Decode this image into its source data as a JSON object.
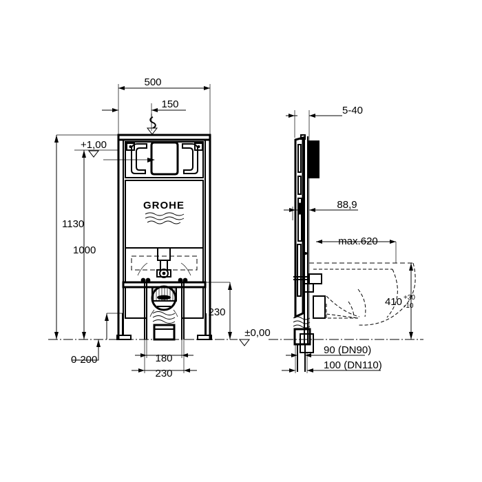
{
  "drawing": {
    "title": "GROHE Rapid SL WC installation frame - technical dimension drawing",
    "brand": "GROHE",
    "line_color": "#000000",
    "background_color": "#ffffff",
    "units": "mm"
  },
  "front_view": {
    "name": "front-elevation",
    "dimensions": {
      "width_overall": "500",
      "width_offset": "150",
      "height_overall": "1130",
      "height_nominal": "1000",
      "height_outlet": "230",
      "foot_adjust": "0-200",
      "width_inner": "180",
      "width_bolts": "230"
    },
    "datums": {
      "upper": "+1,00"
    }
  },
  "side_view": {
    "name": "side-elevation",
    "dimensions": {
      "plate_depth": "5-40",
      "frame_depth": "88,9",
      "projection": "max.620",
      "bowl_height": "410",
      "tolerance_plus": "+30",
      "tolerance_minus": "-10",
      "outlet_dn90": "90 (DN90)",
      "outlet_dn110": "100 (DN110)"
    },
    "datums": {
      "floor": "±0,00"
    }
  },
  "labels": [
    {
      "id": "dim-500",
      "text": "500"
    },
    {
      "id": "dim-150",
      "text": "150"
    },
    {
      "id": "dim-1130",
      "text": "1130"
    },
    {
      "id": "dim-1000",
      "text": "1000"
    },
    {
      "id": "dim-230-right",
      "text": "230"
    },
    {
      "id": "dim-0-200",
      "text": "0-200"
    },
    {
      "id": "dim-180",
      "text": "180"
    },
    {
      "id": "dim-230-bot",
      "text": "230"
    },
    {
      "id": "datum-plus1",
      "text": "+1,00"
    },
    {
      "id": "datum-zero",
      "text": "±0,00"
    },
    {
      "id": "dim-5-40",
      "text": "5-40"
    },
    {
      "id": "dim-88-9",
      "text": "88,9"
    },
    {
      "id": "dim-max620",
      "text": "max.620"
    },
    {
      "id": "dim-410",
      "text": "410"
    },
    {
      "id": "tol-plus30",
      "text": "+30"
    },
    {
      "id": "tol-minus10",
      "text": "-10"
    },
    {
      "id": "dim-dn90",
      "text": "90 (DN90)"
    },
    {
      "id": "dim-dn110",
      "text": "100 (DN110)"
    },
    {
      "id": "brand-logo",
      "text": "GROHE"
    }
  ]
}
